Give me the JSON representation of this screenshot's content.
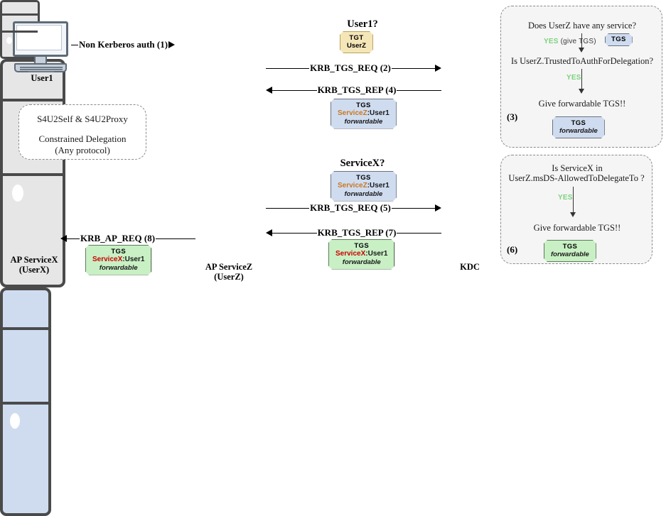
{
  "nodes": {
    "user1": {
      "label": "User1"
    },
    "ap_servicez": {
      "label_line1": "AP ServiceZ",
      "label_line2": "(UserZ)"
    },
    "kdc": {
      "label": "KDC"
    },
    "ap_servicex": {
      "label_line1": "AP ServiceX",
      "label_line2": "(UserX)"
    }
  },
  "flows": {
    "non_kerberos": "Non Kerberos auth (1)",
    "tgs_req_2": "KRB_TGS_REQ (2)",
    "tgs_rep_4": "KRB_TGS_REP (4)",
    "tgs_req_5": "KRB_TGS_REQ (5)",
    "tgs_rep_7": "KRB_TGS_REP (7)",
    "ap_req_8": "KRB_AP_REQ (8)"
  },
  "questions": {
    "user1": "User1?",
    "servicex": "ServiceX?"
  },
  "tickets": {
    "tgt_userz": {
      "head": "TGT",
      "principal": "UserZ"
    },
    "tgs_servicez_user1_req": {
      "head": "TGS",
      "service": "ServiceZ",
      "sep": ":",
      "user": "User1",
      "flag": "forwardable"
    },
    "tgs_servicez_user1_rep": {
      "head": "TGS",
      "service": "ServiceZ",
      "sep": ":",
      "user": "User1",
      "flag": "forwardable"
    },
    "tgs_servicex_user1_rep": {
      "head": "TGS",
      "service": "ServiceX",
      "sep": ":",
      "user": "User1",
      "flag": "forwardable"
    },
    "tgs_servicex_user1_ap": {
      "head": "TGS",
      "service": "ServiceX",
      "sep": ":",
      "user": "User1",
      "flag": "forwardable"
    },
    "tgs_plain_small": {
      "head": "TGS"
    },
    "tgs_forwardable_3": {
      "head": "TGS",
      "flag": "forwardable"
    },
    "tgs_forwardable_6": {
      "head": "TGS",
      "flag": "forwardable"
    }
  },
  "note": {
    "line1": "S4U2Self & S4U2Proxy",
    "line2": "Constrained Delegation",
    "line3": "(Any protocol)"
  },
  "kdc_step3": {
    "number": "(3)",
    "question1": "Does UserZ have any service?",
    "yes1": "YES",
    "yes1_note": "(give TGS)",
    "question2": "Is UserZ.TrustedToAuthForDelegation?",
    "yes2": "YES",
    "result": "Give forwardable TGS!!"
  },
  "kdc_step6": {
    "number": "(6)",
    "question_line1": "Is ServiceX in",
    "question_line2": "UserZ.msDS-AllowedToDelegateTo ?",
    "yes": "YES",
    "result": "Give forwardable TGS!!"
  },
  "colors": {
    "ticket_tan": "#f5e6b8",
    "ticket_blue": "#cfdcf0",
    "ticket_green": "#c8f0c4",
    "service_z_text": "#c87820",
    "service_x_text": "#cc0000",
    "yes_green": "#7dd17d",
    "tower_gray": "#e6e6e6",
    "tower_blue": "#cfdcf0",
    "panel_bg": "#f5f5f5"
  }
}
